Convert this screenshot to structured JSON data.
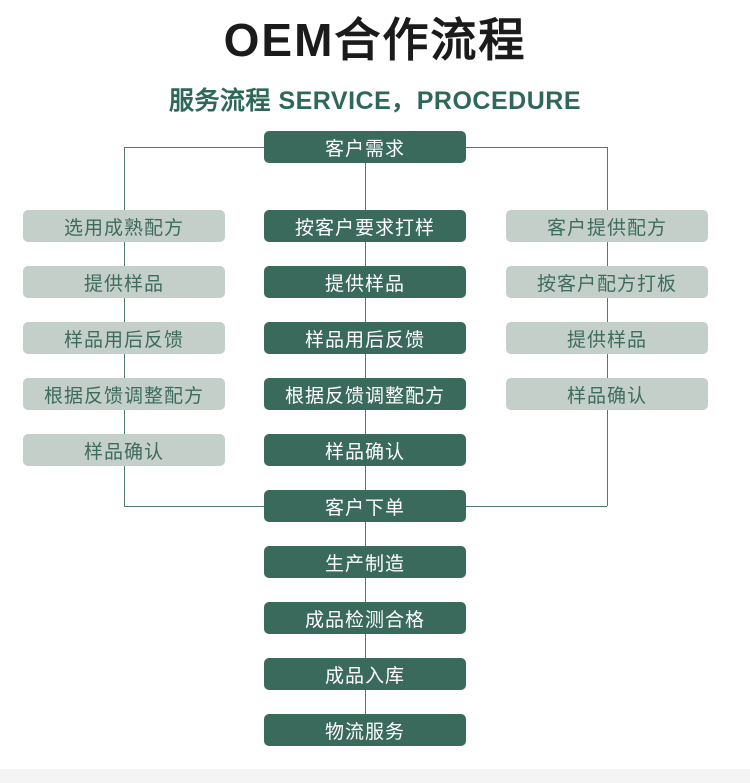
{
  "page": {
    "title": "OEM合作流程",
    "subtitle": "服务流程 SERVICE，PROCEDURE"
  },
  "flow": {
    "top_node": "客户需求",
    "left_branch": [
      "选用成熟配方",
      "提供样品",
      "样品用后反馈",
      "根据反馈调整配方",
      "样品确认"
    ],
    "center_branch": [
      "按客户要求打样",
      "提供样品",
      "样品用后反馈",
      "根据反馈调整配方",
      "样品确认"
    ],
    "right_branch": [
      "客户提供配方",
      "按客户配方打板",
      "提供样品",
      "样品确认"
    ],
    "tail": [
      "客户下单",
      "生产制造",
      "成品检测合格",
      "成品入库",
      "物流服务"
    ]
  },
  "colors": {
    "dark_box": "#3A6A5C",
    "light_box": "#C5CFC9",
    "light_box_text": "#3D6B5E",
    "connector": "#4E7D6E",
    "title_text": "#1B1B1B",
    "subtitle_text": "#2E6858",
    "footer_bar": "#F4F4F4",
    "box_text": "#FFFFFF"
  }
}
